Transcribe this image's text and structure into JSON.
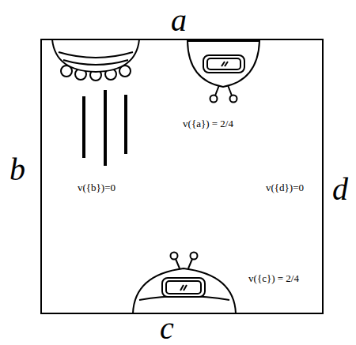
{
  "diagram": {
    "labels": [
      "a",
      "v({a}) = 2/4",
      "b",
      "v({b})=0",
      "v({d})=0",
      "d",
      "v({c}) = 2/4",
      "c"
    ]
  }
}
